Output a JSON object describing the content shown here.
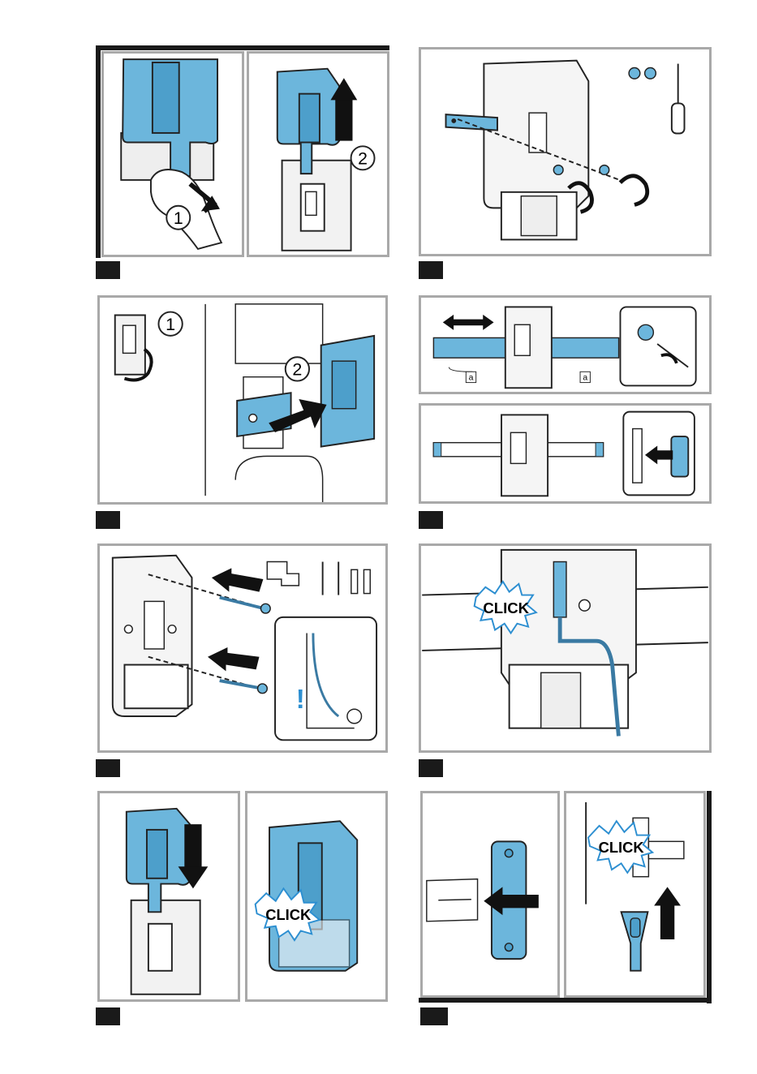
{
  "labels": {
    "step_one": "1",
    "step_two": "2",
    "click": "CLICK",
    "bracket_letter": "a",
    "warning": "!"
  },
  "colors": {
    "part_blue": "#6cb6dc",
    "part_blue_dark": "#2d5f7f",
    "frame_gray": "#a9a9a9",
    "step_black": "#1a1a1a"
  }
}
